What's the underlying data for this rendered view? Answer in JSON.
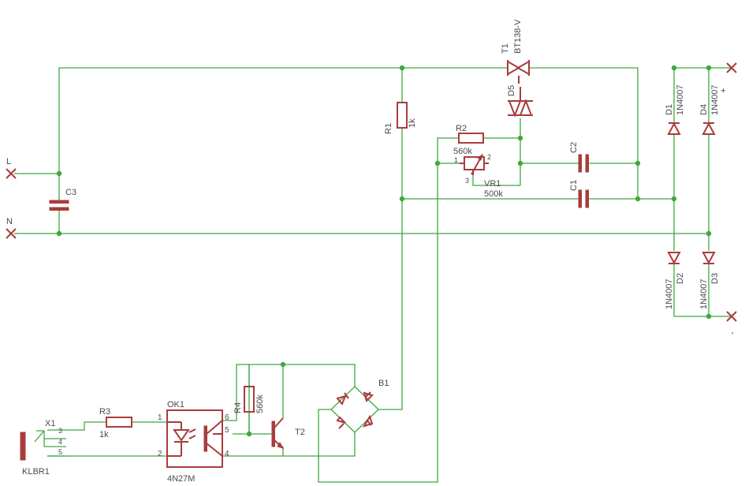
{
  "schematic": {
    "terminals": {
      "L": "L",
      "N": "N",
      "plus": "+",
      "minus": "-"
    },
    "components": {
      "T1": {
        "ref": "T1",
        "value": "BT138-V"
      },
      "D5": {
        "ref": "D5"
      },
      "R1": {
        "ref": "R1",
        "value": "1k"
      },
      "R2": {
        "ref": "R2",
        "value": "560k"
      },
      "VR1": {
        "ref": "VR1",
        "value": "500k",
        "pins": [
          "1",
          "2",
          "3"
        ]
      },
      "C1": {
        "ref": "C1"
      },
      "C2": {
        "ref": "C2"
      },
      "C3": {
        "ref": "C3"
      },
      "D1": {
        "ref": "D1",
        "value": "1N4007"
      },
      "D2": {
        "ref": "D2",
        "value": "1N4007"
      },
      "D3": {
        "ref": "D3",
        "value": "1N4007"
      },
      "D4": {
        "ref": "D4",
        "value": "1N4007"
      },
      "B1": {
        "ref": "B1"
      },
      "R3": {
        "ref": "R3",
        "value": "1k"
      },
      "R4": {
        "ref": "R4",
        "value": "560k"
      },
      "T2": {
        "ref": "T2"
      },
      "OK1": {
        "ref": "OK1",
        "value": "4N27M",
        "pins": [
          "1",
          "2",
          "4",
          "5",
          "6"
        ]
      },
      "X1": {
        "ref": "X1",
        "pins": [
          "3",
          "4",
          "5"
        ]
      },
      "KLBR1": {
        "ref": "KLBR1"
      }
    },
    "colors": {
      "wire": "#3fa83f",
      "part": "#a83c3c",
      "text": "#4a4a4a"
    }
  }
}
